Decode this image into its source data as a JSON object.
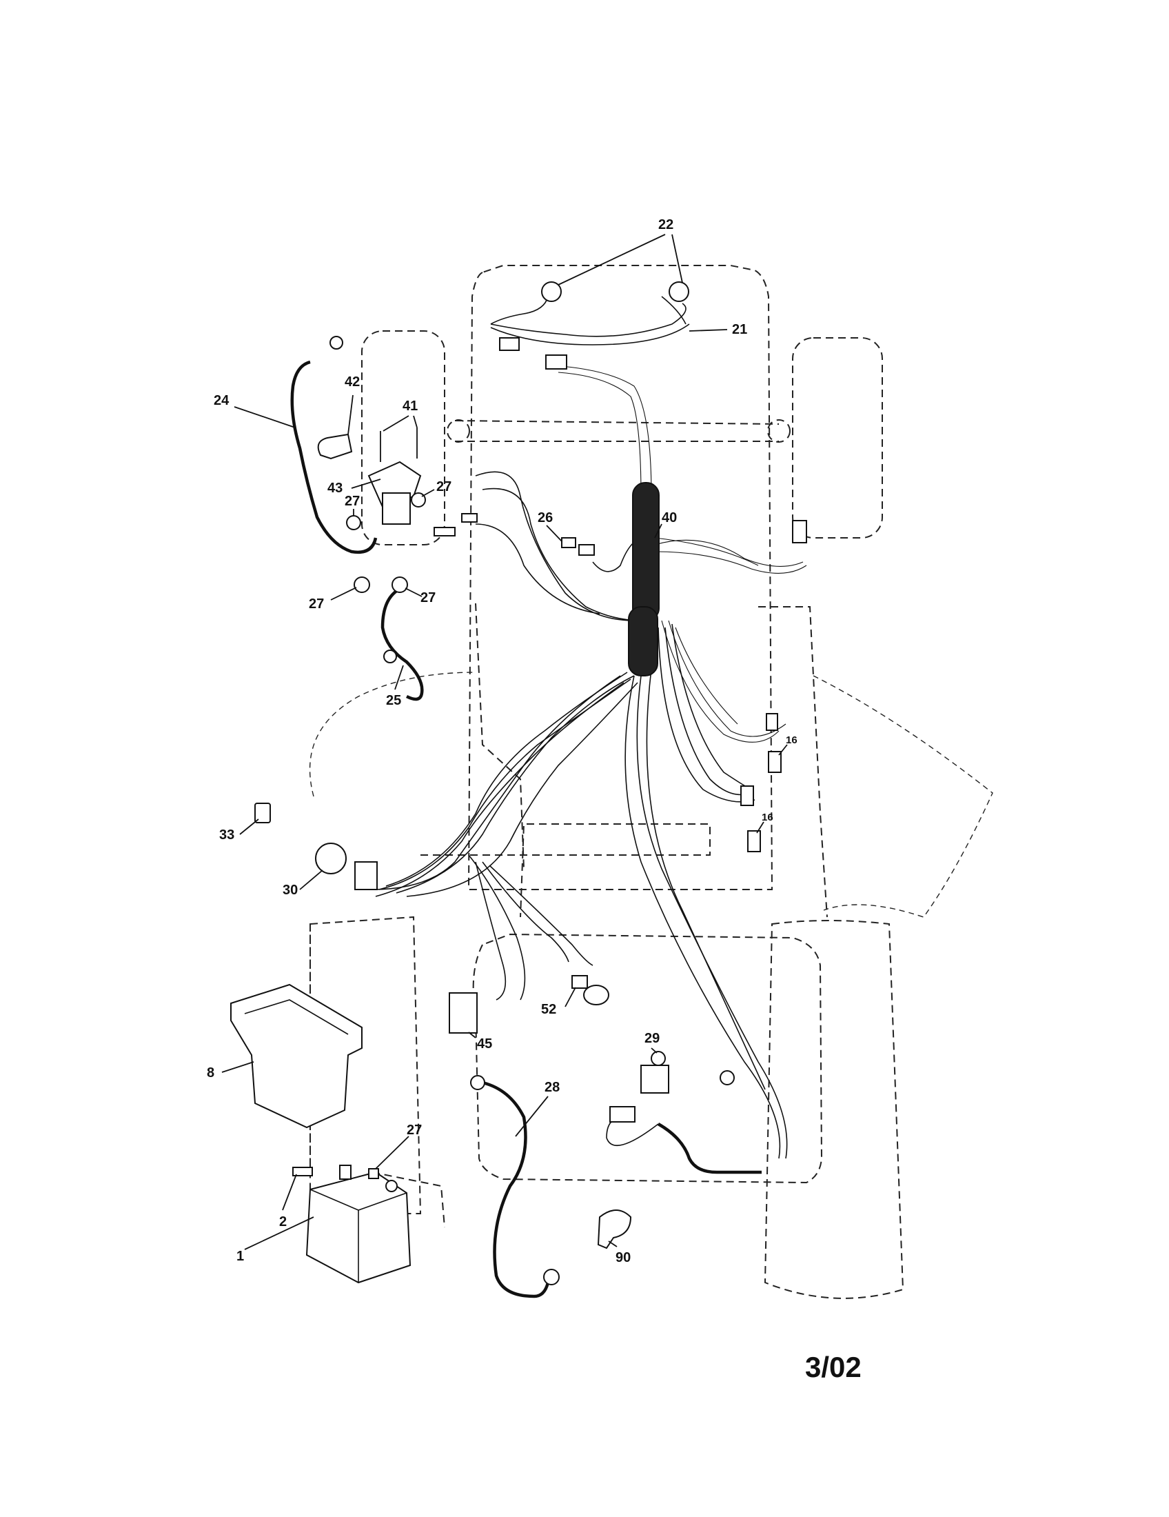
{
  "callouts": [
    {
      "id": "c22",
      "label": "22"
    },
    {
      "id": "c21",
      "label": "21"
    },
    {
      "id": "c24",
      "label": "24"
    },
    {
      "id": "c42",
      "label": "42"
    },
    {
      "id": "c41",
      "label": "41"
    },
    {
      "id": "c43",
      "label": "43"
    },
    {
      "id": "c27a",
      "label": "27"
    },
    {
      "id": "c27b",
      "label": "27"
    },
    {
      "id": "c27c",
      "label": "27"
    },
    {
      "id": "c27d",
      "label": "27"
    },
    {
      "id": "c27e",
      "label": "27"
    },
    {
      "id": "c26",
      "label": "26"
    },
    {
      "id": "c40",
      "label": "40"
    },
    {
      "id": "c25",
      "label": "25"
    },
    {
      "id": "c16a",
      "label": "16"
    },
    {
      "id": "c16b",
      "label": "16"
    },
    {
      "id": "c33",
      "label": "33"
    },
    {
      "id": "c30",
      "label": "30"
    },
    {
      "id": "c8",
      "label": "8"
    },
    {
      "id": "c45",
      "label": "45"
    },
    {
      "id": "c52",
      "label": "52"
    },
    {
      "id": "c29",
      "label": "29"
    },
    {
      "id": "c28",
      "label": "28"
    },
    {
      "id": "c2",
      "label": "2"
    },
    {
      "id": "c1",
      "label": "1"
    },
    {
      "id": "c90",
      "label": "90"
    }
  ],
  "date_stamp": "3/02"
}
